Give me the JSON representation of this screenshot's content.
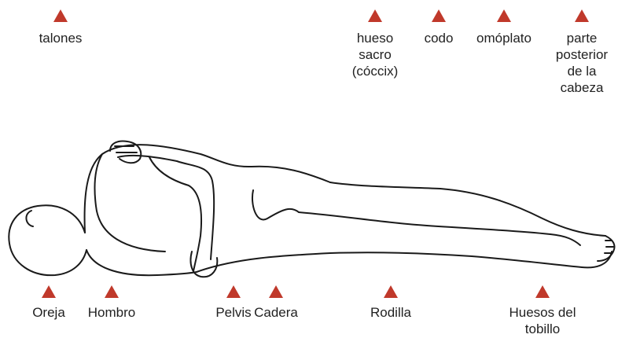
{
  "colors": {
    "marker": "#c0392b"
  },
  "markers": {
    "talones": "talones",
    "hueso_sacro": "hueso\nsacro\n(cóccix)",
    "codo": "codo",
    "omoplato": "omóplato",
    "cabeza": "parte\nposterior\nde la\ncabeza",
    "oreja": "Oreja",
    "hombro": "Hombro",
    "pelvis": "Pelvis",
    "cadera": "Cadera",
    "rodilla": "Rodilla",
    "tobillo": "Huesos del\ntobillo"
  }
}
